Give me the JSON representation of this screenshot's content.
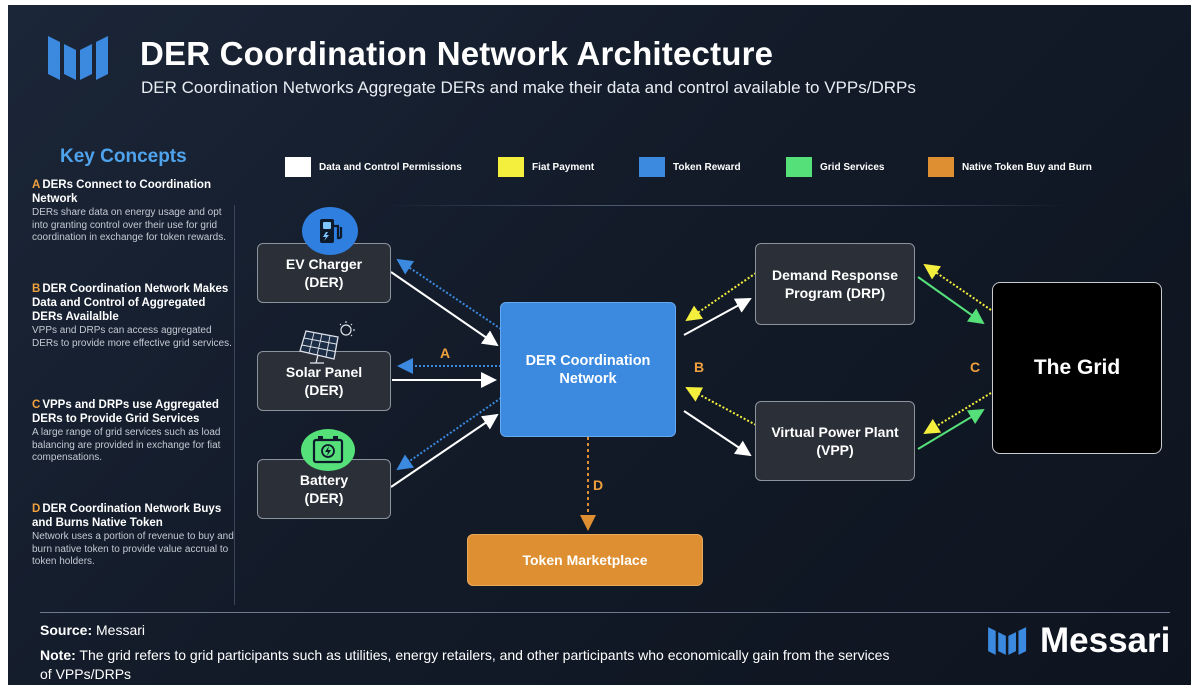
{
  "header": {
    "title": "DER Coordination Network Architecture",
    "subtitle": "DER Coordination Networks Aggregate DERs and make their data and control available to VPPs/DRPs"
  },
  "key_concepts": {
    "title": "Key Concepts",
    "items": [
      {
        "letter": "A",
        "title": "DERs Connect to Coordination Network",
        "desc": "DERs share data on energy usage and opt into granting control over their use for grid coordination in exchange for token rewards."
      },
      {
        "letter": "B",
        "title": "DER Coordination Network Makes Data and Control of Aggregated DERs Availalble",
        "desc": "VPPs and DRPs can access aggregated DERs to provide more effective grid services."
      },
      {
        "letter": "C",
        "title": "VPPs and DRPs use Aggregated DERs to Provide Grid Services",
        "desc": "A large range of grid services such as load balancing are provided in exchange for fiat compensations."
      },
      {
        "letter": "D",
        "title": "DER Coordination Network Buys and Burns Native Token",
        "desc": "Network uses a portion of revenue to buy and burn native token to provide value accrual to token holders."
      }
    ]
  },
  "legend": [
    {
      "label": "Data and Control Permissions",
      "color": "#ffffff"
    },
    {
      "label": "Fiat Payment",
      "color": "#f4ef3c"
    },
    {
      "label": "Token Reward",
      "color": "#3b8ae0"
    },
    {
      "label": "Grid Services",
      "color": "#55e07a"
    },
    {
      "label": "Native Token Buy and Burn",
      "color": "#dd8f31"
    }
  ],
  "nodes": {
    "ev_charger": "EV Charger\n(DER)",
    "solar_panel": "Solar Panel\n(DER)",
    "battery": "Battery\n(DER)",
    "coordination_network": "DER Coordination\nNetwork",
    "drp": "Demand Response\nProgram (DRP)",
    "vpp": "Virtual Power Plant\n(VPP)",
    "grid": "The Grid",
    "token_marketplace": "Token Marketplace"
  },
  "edge_labels": {
    "a": "A",
    "b": "B",
    "c": "C",
    "d": "D"
  },
  "icons": {
    "ev": "ev-charger-icon",
    "solar": "solar-panel-icon",
    "battery": "battery-icon"
  },
  "footer": {
    "source_label": "Source:",
    "source_value": "Messari",
    "note_label": "Note:",
    "note_text": "The grid refers to grid participants such as utilities, energy retailers, and other participants who economically gain from the services of VPPs/DRPs",
    "brand": "Messari"
  }
}
